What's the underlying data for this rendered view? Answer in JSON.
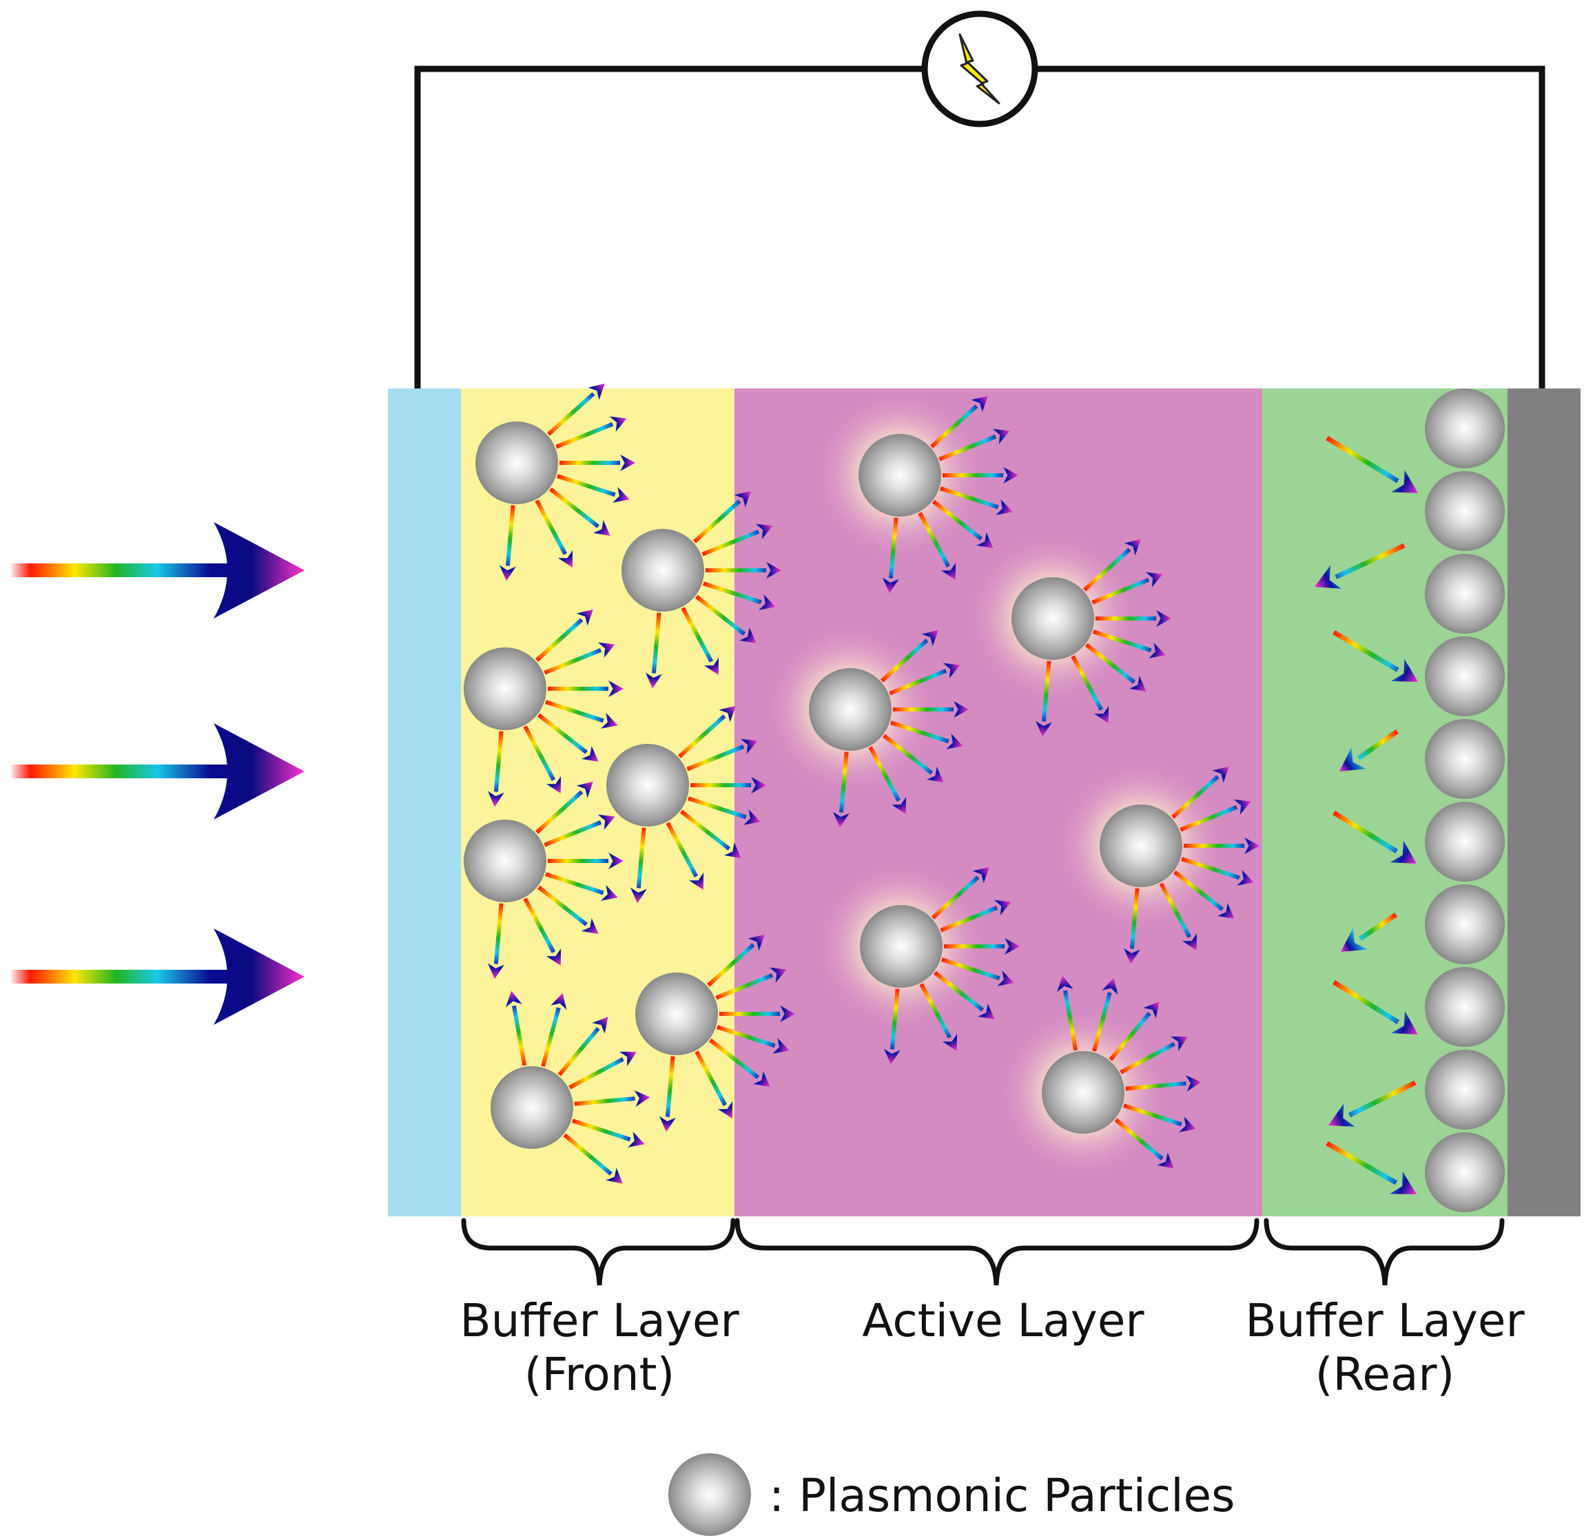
{
  "labels": {
    "buffer_front_line1": "Buffer Layer",
    "buffer_front_line2": "(Front)",
    "active": "Active Layer",
    "buffer_rear_line1": "Buffer Layer",
    "buffer_rear_line2": "(Rear)",
    "legend": ": Plasmonic Particles"
  },
  "colors": {
    "electrode_front": "#a6dcf0",
    "buffer_front": "#fdf39a",
    "active": "#d48bc2",
    "buffer_rear": "#9bd494",
    "electrode_rear": "#808080",
    "circuit": "#111111",
    "bolt": "#f5e51a"
  },
  "icons": {
    "source": "lightning-bolt-icon",
    "incident_light": "rainbow-arrow-icon",
    "particle": "sphere-icon"
  }
}
